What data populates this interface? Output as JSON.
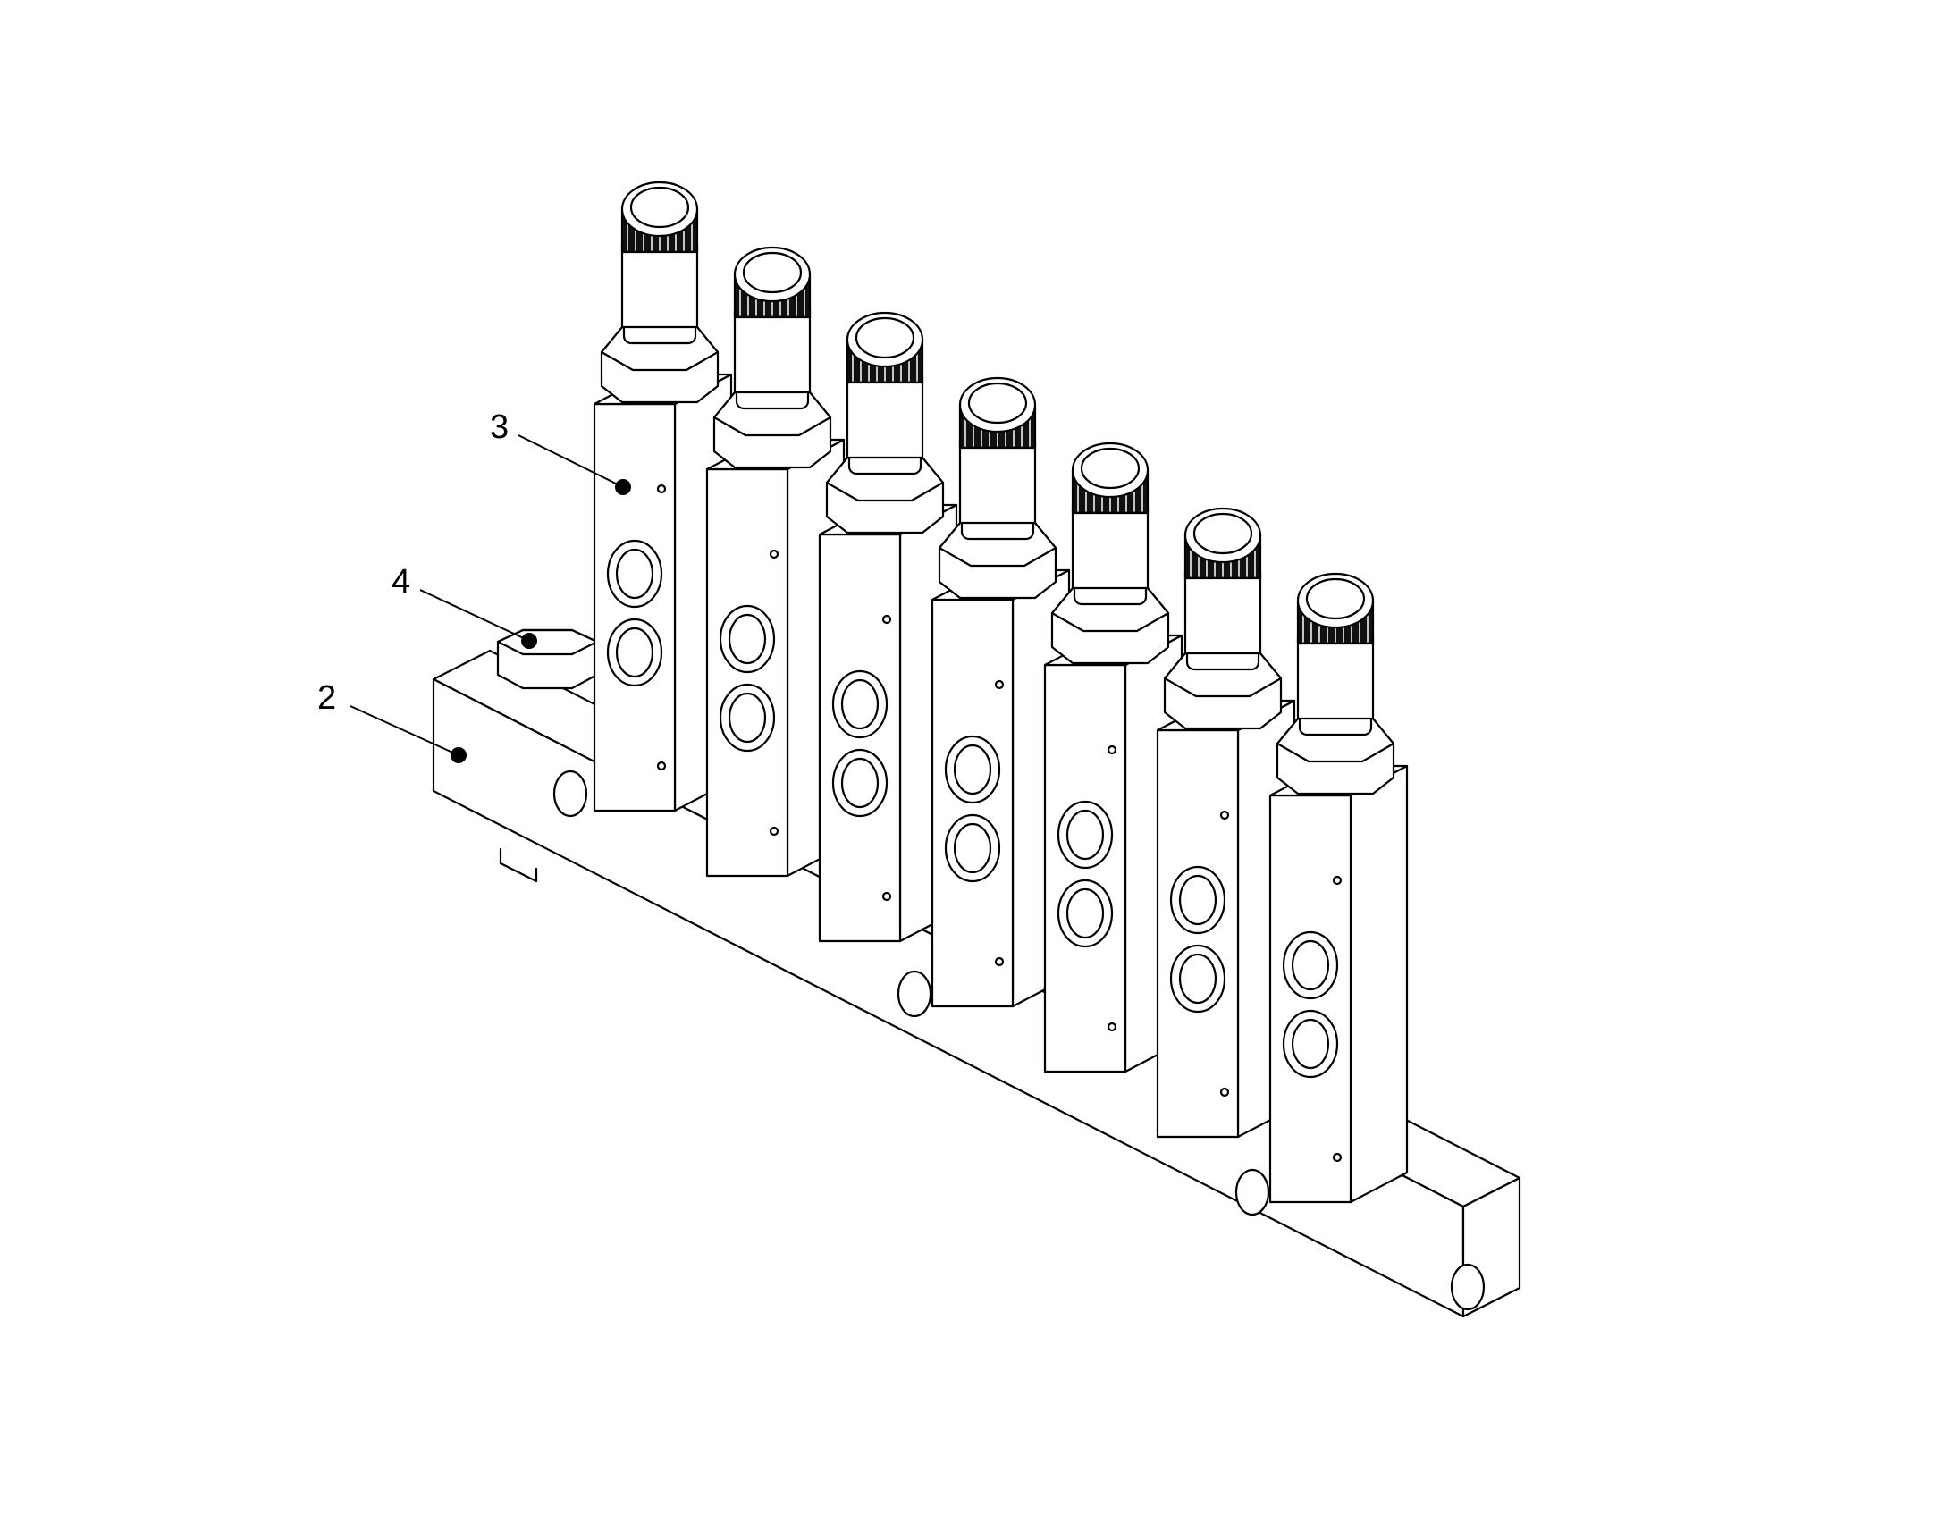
{
  "callouts": [
    {
      "id": "manifold",
      "number": "2"
    },
    {
      "id": "valve-block",
      "number": "3"
    },
    {
      "id": "plug",
      "number": "4"
    }
  ],
  "valve_count": 7,
  "colors": {
    "line": "#000000",
    "fill": "#ffffff",
    "knurl": "#111111"
  }
}
